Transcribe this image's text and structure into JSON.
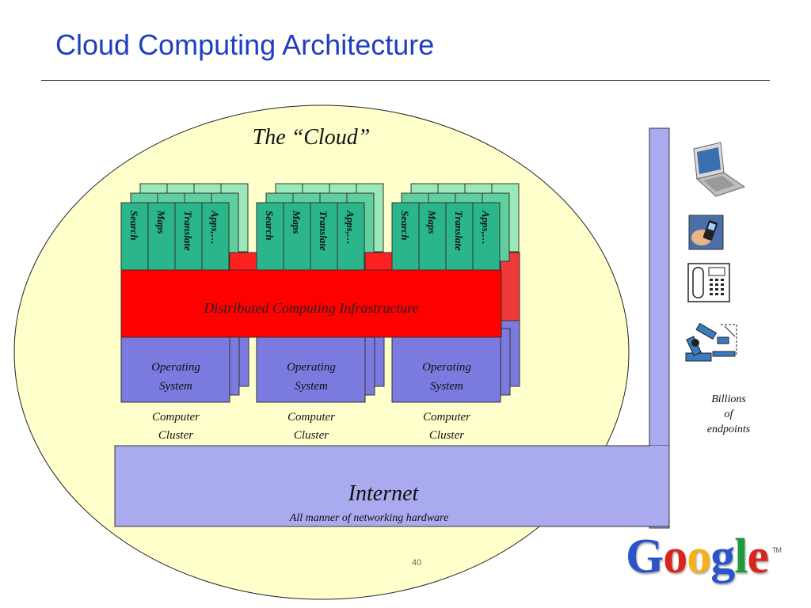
{
  "slide": {
    "title": "Cloud Computing Architecture",
    "page_number": "40"
  },
  "diagram": {
    "cloud_label": "The “Cloud”",
    "services": [
      "Search",
      "Maps",
      "Translate",
      "Apps,…"
    ],
    "dci_label": "Distributed Computing Infrastructure",
    "os_label_line1": "Operating",
    "os_label_line2": "System",
    "cluster_label_line1": "Computer",
    "cluster_label_line2": "Cluster",
    "internet_label": "Internet",
    "internet_sublabel": "All manner of networking hardware",
    "endpoints_line1": "Billions",
    "endpoints_line2": "of",
    "endpoints_line3": "endpoints",
    "endpoint_icons": [
      "laptop-icon",
      "phone-in-hand-icon",
      "telephone-icon",
      "robot-arm-icon"
    ]
  },
  "logo": {
    "text": "Google",
    "trademark": "TM"
  },
  "colors": {
    "title": "#1f3fc0",
    "cloud_fill": "#ffffcc",
    "service_green": "#2ab58a",
    "service_light_green": "#9be8b8",
    "dci_red": "#ff0000",
    "os_blue": "#7a7adf",
    "internet_blue": "#aaaaee"
  }
}
